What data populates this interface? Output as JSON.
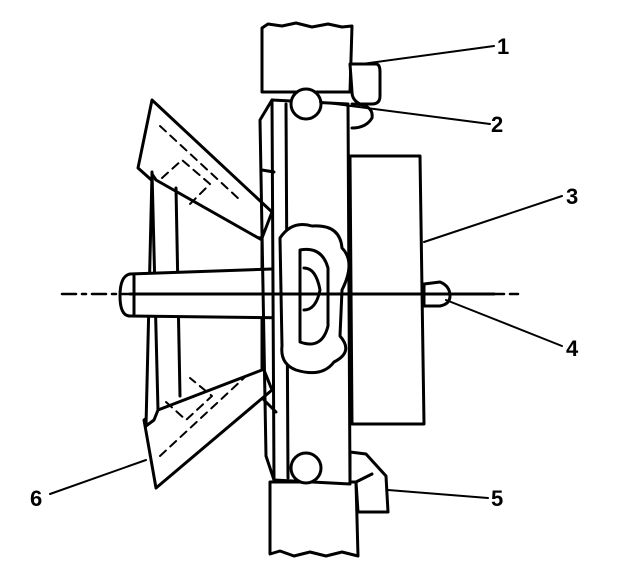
{
  "colors": {
    "ink": "#000000",
    "paper": "#ffffff"
  },
  "callouts": {
    "c1": "1",
    "c2": "2",
    "c3": "3",
    "c4": "4",
    "c5": "5",
    "c6": "6"
  }
}
